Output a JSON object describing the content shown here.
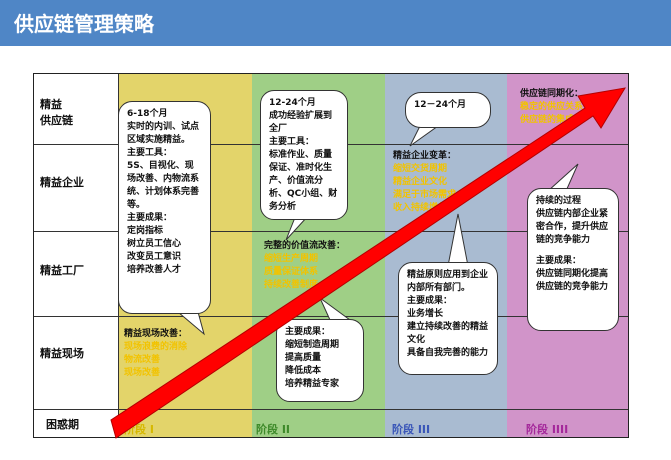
{
  "title": "供应链管理策略",
  "rows": [
    "精益\n供应链",
    "精益企业",
    "精益工厂",
    "精益现场",
    "困惑期"
  ],
  "stages": [
    "阶段 I",
    "阶段 II",
    "阶段 III",
    "阶段 IIII"
  ],
  "stage_colors": [
    "#e3d46a",
    "#9fcf86",
    "#a9bbd1",
    "#d194c9"
  ],
  "callout1": [
    "6-18个月",
    "实时的内训、试点区域实施精益。",
    "主要工具：",
    "5S、目视化、现场改善、内物流系统、计划体系完善等。",
    "主要成果：",
    "定岗指标",
    "树立员工信心",
    "改变员工意识",
    "培养改善人才"
  ],
  "text1": {
    "head": "精益现场改善：",
    "items": [
      "现场浪费的消除",
      "物流改善",
      "现场改善"
    ]
  },
  "callout2": [
    "12-24个月",
    "成功经验扩展到全厂",
    "主要工具：",
    "标准作业、质量保证、准时化生产、价值流分析、QC小组、财务分析"
  ],
  "text2": {
    "head": "完整的价值流改善：",
    "items": [
      "缩短生产周期",
      "质量保证体系",
      "持续改善制度"
    ]
  },
  "callout3": [
    "主要成果：",
    "缩短制造周期",
    "提高质量",
    "降低成本",
    "培养精益专家"
  ],
  "callout4": [
    "12－24个月"
  ],
  "text3": {
    "head": "精益企业变革：",
    "items": [
      "缩短交货周期",
      "精益企业文化",
      "满足于市场需求",
      "收入持续增长"
    ]
  },
  "callout5": [
    "精益原则应用到企业内部所有部门。",
    "主要成果：",
    "业务增长",
    "建立持续改善的精益文化",
    "具备自我完善的能力"
  ],
  "text4": {
    "head": "供应链同期化：",
    "items": [
      "稳定的供应关系",
      "供应链的集成"
    ]
  },
  "callout6": [
    "持续的过程",
    "供应链内部企业紧密合作，提升供应链的竞争能力",
    "主要成果：",
    "供应链同期化提高供应链的竞争能力"
  ]
}
